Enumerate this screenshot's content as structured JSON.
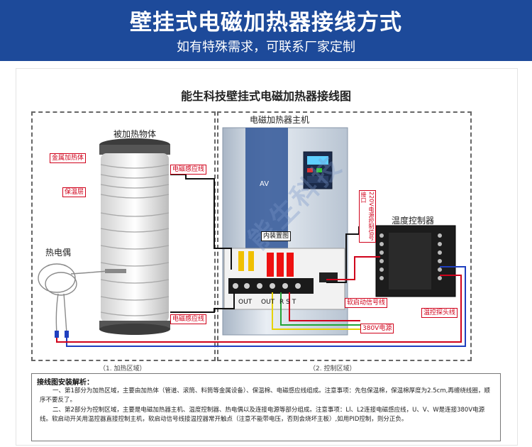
{
  "banner": {
    "title": "壁挂式电磁加热器接线方式",
    "subtitle": "如有特殊需求，可联系厂家定制"
  },
  "diagram": {
    "title": "能生科技壁挂式电磁加热器接线图",
    "left_panel_caption": "（1. 加热区域）",
    "right_panel_caption": "（2. 控制区域）",
    "heated_object_label": "被加热物体",
    "thermocouple_label": "热电偶",
    "host_label": "电磁加热器主机",
    "temp_controller_label": "温度控制器",
    "watermark": "能生科技",
    "tags": {
      "metal_heater": "金属加热体",
      "insulation": "保温层",
      "induction_coil_top": "电磁感应线",
      "induction_coil_bottom": "电磁感应线",
      "internal_fuse": "内装置图",
      "signal_220v": "220V电源控制信号接口",
      "start_signal": "软启动信号线",
      "power_380v": "380V电源",
      "temp_probe": "温控探头线"
    },
    "terminal_labels": {
      "out1": "OUT",
      "out2": "OUT",
      "rst": "R S T"
    }
  },
  "notes": {
    "title": "接线图安装解析：",
    "para1": "一、第1部分为加热区域，主要由加热体（管道、滚筒、料筒等金属设备）、保温棉、电磁感应线组成。注意事项：先包保温棉，保温棉厚度为2.5cm,再缠绕线圈，顺序不要反了。",
    "para2": "二、第2部分为控制区域，主要是电磁加热器主机、温度控制器、热电偶以及连接电源等部分组成。注意事项：Ll、L2连接电磁感应线，U、V、W是连接380V电源线。软启动开关用温控器直接控制主机，软启动信号线接温控器常开触点（注意不能带电压，否则会烧坏主板）,如用PID控制，则分正负。"
  },
  "colors": {
    "banner": "#1d4a9a",
    "tag_red": "#d0021b",
    "wire_black": "#111111",
    "wire_blue": "#1f3fbf",
    "wire_yellow": "#e6d200",
    "wire_green": "#22a335",
    "wire_red": "#d0021b"
  }
}
